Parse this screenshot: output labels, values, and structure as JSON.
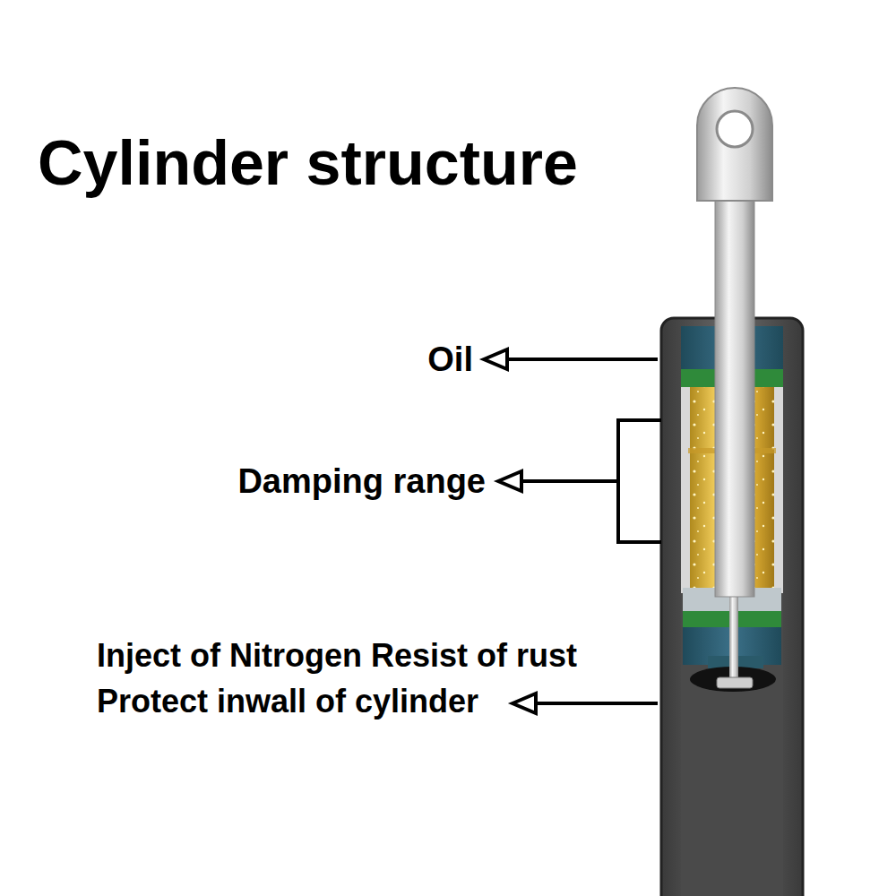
{
  "diagram": {
    "title": "Cylinder structure",
    "labels": [
      "Oil",
      "Damping range",
      "Inject of Nitrogen Resist of rust Protect inwall of cylinder"
    ]
  }
}
